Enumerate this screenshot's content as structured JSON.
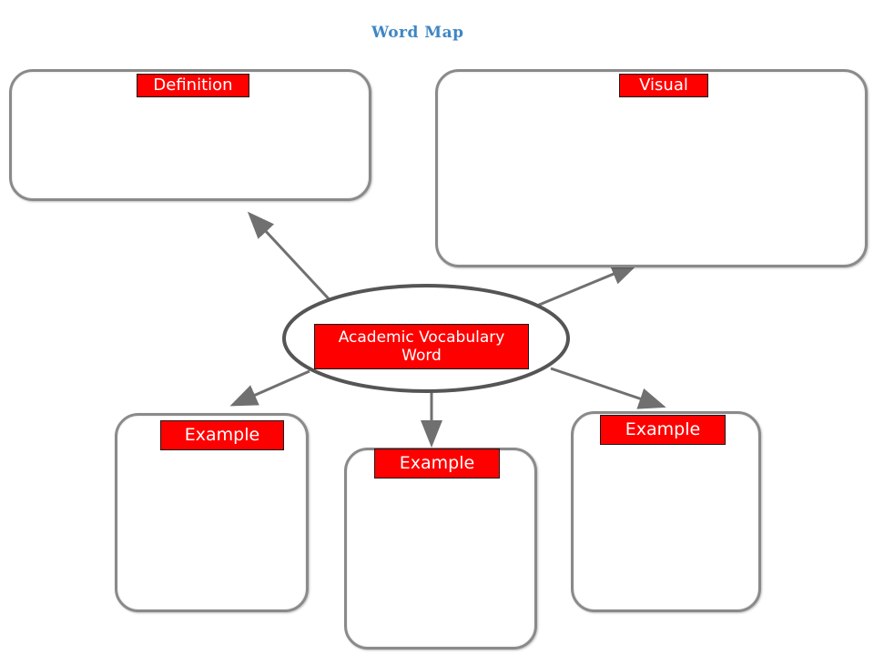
{
  "title": "Word Map",
  "center_word": "Academic Vocabulary Word",
  "labels": {
    "definition": "Definition",
    "visual": "Visual",
    "example_left": "Example",
    "example_center": "Example",
    "example_right": "Example"
  },
  "colors": {
    "label_fill": "#ff0000",
    "label_text": "#ffffff",
    "title": "#3f86c4",
    "box_border": "#8a8a8a"
  }
}
